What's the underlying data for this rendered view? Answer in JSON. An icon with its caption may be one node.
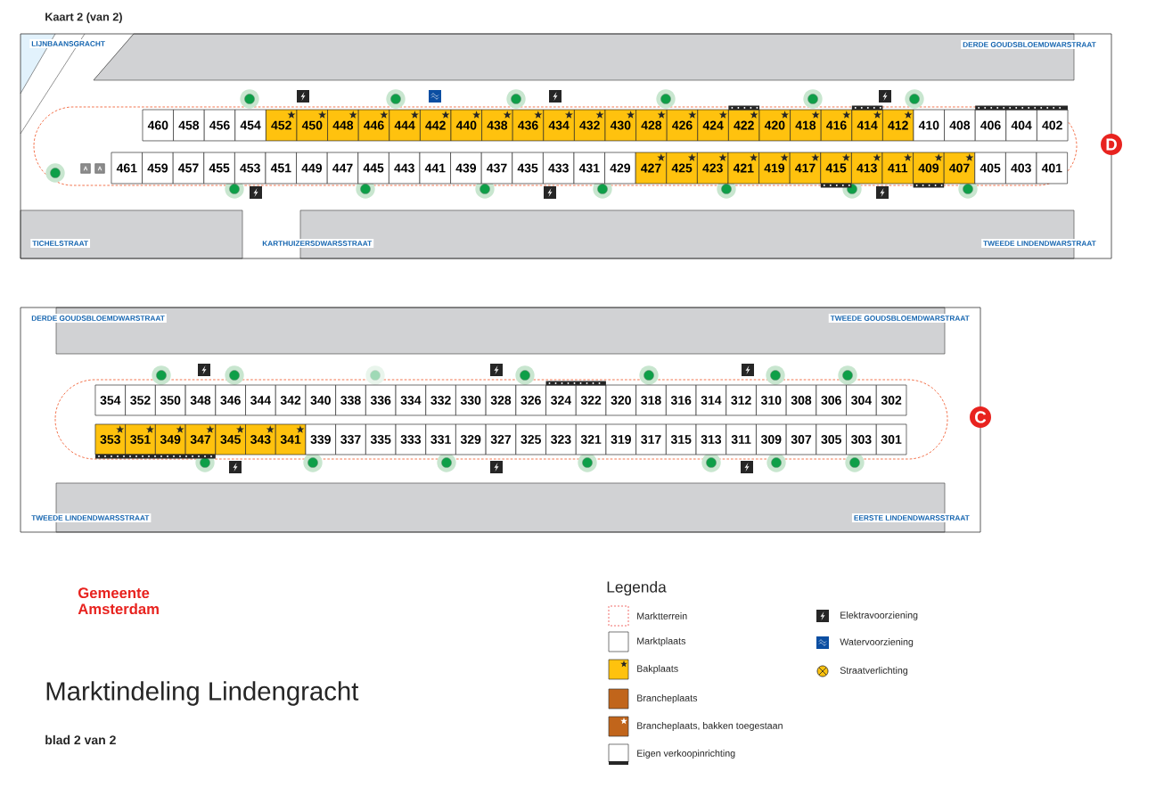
{
  "diagram": {
    "title": "Marktindeling Lindengracht",
    "nodes": [
      {
        "text": [
          "460"
        ]
      },
      {
        "text": [
          "458"
        ]
      },
      {
        "text": [
          "456"
        ]
      },
      {
        "text": [
          "454"
        ]
      },
      {
        "text": [
          "452"
        ]
      },
      {
        "text": [
          "450"
        ]
      },
      {
        "text": [
          "448"
        ]
      },
      {
        "text": [
          "446"
        ]
      },
      {
        "text": [
          "444"
        ]
      },
      {
        "text": [
          "442"
        ]
      },
      {
        "text": [
          "440"
        ]
      },
      {
        "text": [
          "438"
        ]
      },
      {
        "text": [
          "436"
        ]
      },
      {
        "text": [
          "434"
        ]
      },
      {
        "text": [
          "432"
        ]
      },
      {
        "text": [
          "430"
        ]
      },
      {
        "text": [
          "428"
        ]
      },
      {
        "text": [
          "426"
        ]
      },
      {
        "text": [
          "424"
        ]
      },
      {
        "text": [
          "422"
        ]
      },
      {
        "text": [
          "420"
        ]
      },
      {
        "text": [
          "418"
        ]
      },
      {
        "text": [
          "416"
        ]
      },
      {
        "text": [
          "414"
        ]
      },
      {
        "text": [
          "412"
        ]
      },
      {
        "text": [
          "410"
        ]
      },
      {
        "text": [
          "408"
        ]
      },
      {
        "text": [
          "406"
        ]
      },
      {
        "text": [
          "404"
        ]
      },
      {
        "text": [
          "402"
        ]
      },
      {
        "text": [
          "461"
        ]
      },
      {
        "text": [
          "459"
        ]
      },
      {
        "text": [
          "457"
        ]
      },
      {
        "text": [
          "455"
        ]
      },
      {
        "text": [
          "453"
        ]
      },
      {
        "text": [
          "451"
        ]
      },
      {
        "text": [
          "449"
        ]
      },
      {
        "text": [
          "447"
        ]
      },
      {
        "text": [
          "445"
        ]
      },
      {
        "text": [
          "443"
        ]
      },
      {
        "text": [
          "441"
        ]
      },
      {
        "text": [
          "439"
        ]
      },
      {
        "text": [
          "437"
        ]
      },
      {
        "text": [
          "435"
        ]
      },
      {
        "text": [
          "433"
        ]
      },
      {
        "text": [
          "431"
        ]
      },
      {
        "text": [
          "429"
        ]
      },
      {
        "text": [
          "427"
        ]
      },
      {
        "text": [
          "425"
        ]
      },
      {
        "text": [
          "423"
        ]
      },
      {
        "text": [
          "421"
        ]
      },
      {
        "text": [
          "419"
        ]
      },
      {
        "text": [
          "417"
        ]
      },
      {
        "text": [
          "415"
        ]
      },
      {
        "text": [
          "413"
        ]
      },
      {
        "text": [
          "411"
        ]
      },
      {
        "text": [
          "409"
        ]
      },
      {
        "text": [
          "407"
        ]
      },
      {
        "text": [
          "405"
        ]
      },
      {
        "text": [
          "403"
        ]
      },
      {
        "text": [
          "401"
        ]
      },
      {
        "text": [
          "D"
        ]
      },
      {
        "text": [
          "354"
        ]
      },
      {
        "text": [
          "352"
        ]
      },
      {
        "text": [
          "350"
        ]
      },
      {
        "text": [
          "348"
        ]
      },
      {
        "text": [
          "346"
        ]
      },
      {
        "text": [
          "344"
        ]
      },
      {
        "text": [
          "342"
        ]
      },
      {
        "text": [
          "340"
        ]
      },
      {
        "text": [
          "338"
        ]
      },
      {
        "text": [
          "336"
        ]
      },
      {
        "text": [
          "334"
        ]
      },
      {
        "text": [
          "332"
        ]
      },
      {
        "text": [
          "330"
        ]
      },
      {
        "text": [
          "328"
        ]
      },
      {
        "text": [
          "326"
        ]
      },
      {
        "text": [
          "324"
        ]
      },
      {
        "text": [
          "322"
        ]
      },
      {
        "text": [
          "320"
        ]
      },
      {
        "text": [
          "318"
        ]
      },
      {
        "text": [
          "316"
        ]
      },
      {
        "text": [
          "314"
        ]
      },
      {
        "text": [
          "312"
        ]
      },
      {
        "text": [
          "310"
        ]
      },
      {
        "text": [
          "308"
        ]
      },
      {
        "text": [
          "306"
        ]
      },
      {
        "text": [
          "304"
        ]
      },
      {
        "text": [
          "302"
        ]
      },
      {
        "text": [
          "353"
        ]
      },
      {
        "text": [
          "351"
        ]
      },
      {
        "text": [
          "349"
        ]
      },
      {
        "text": [
          "347"
        ]
      },
      {
        "text": [
          "345"
        ]
      },
      {
        "text": [
          "343"
        ]
      },
      {
        "text": [
          "341"
        ]
      },
      {
        "text": [
          "339"
        ]
      },
      {
        "text": [
          "337"
        ]
      },
      {
        "text": [
          "335"
        ]
      },
      {
        "text": [
          "333"
        ]
      },
      {
        "text": [
          "331"
        ]
      },
      {
        "text": [
          "329"
        ]
      },
      {
        "text": [
          "327"
        ]
      },
      {
        "text": [
          "325"
        ]
      },
      {
        "text": [
          "323"
        ]
      },
      {
        "text": [
          "321"
        ]
      },
      {
        "text": [
          "319"
        ]
      },
      {
        "text": [
          "317"
        ]
      },
      {
        "text": [
          "315"
        ]
      },
      {
        "text": [
          "313"
        ]
      },
      {
        "text": [
          "311"
        ]
      },
      {
        "text": [
          "309"
        ]
      },
      {
        "text": [
          "307"
        ]
      },
      {
        "text": [
          "305"
        ]
      },
      {
        "text": [
          "303"
        ]
      },
      {
        "text": [
          "301"
        ]
      },
      {
        "text": [
          "C"
        ]
      }
    ],
    "labels": [
      "Kaart 2 (van 2)",
      "LIJNBAANSGRACHT",
      "DERDE GOUDSBLOEMDWARSTRAAT",
      "A",
      "A",
      "TICHELSTRAAT",
      "KARTHUIZERSDWARSSTRAAT",
      "TWEEDE LINDENDWARSTRAAT",
      "DERDE GOUDSBLOEMDWARSTRAAT",
      "TWEEDE GOUDSBLOEMDWARSTRAAT",
      "TWEEDE LINDENDWARSSTRAAT",
      "EERSTE LINDENDWARSSTRAAT",
      "Gemeente Amsterdam",
      "Legenda",
      "blad 2 van 2"
    ],
    "legend": [
      {
        "text": "Marktterrein"
      },
      {
        "text": "Marktplaats"
      },
      {
        "text": "Bakplaats"
      },
      {
        "text": "Brancheplaats",
        "color": "#c1651b"
      },
      {
        "text": "Brancheplaats, bakken toegestaan"
      },
      {
        "text": "Eigen verkoopinrichting"
      },
      {
        "text": "Elektravoorziening"
      },
      {
        "text": "Watervoorziening"
      },
      {
        "text": "Straatverlichting"
      }
    ]
  }
}
